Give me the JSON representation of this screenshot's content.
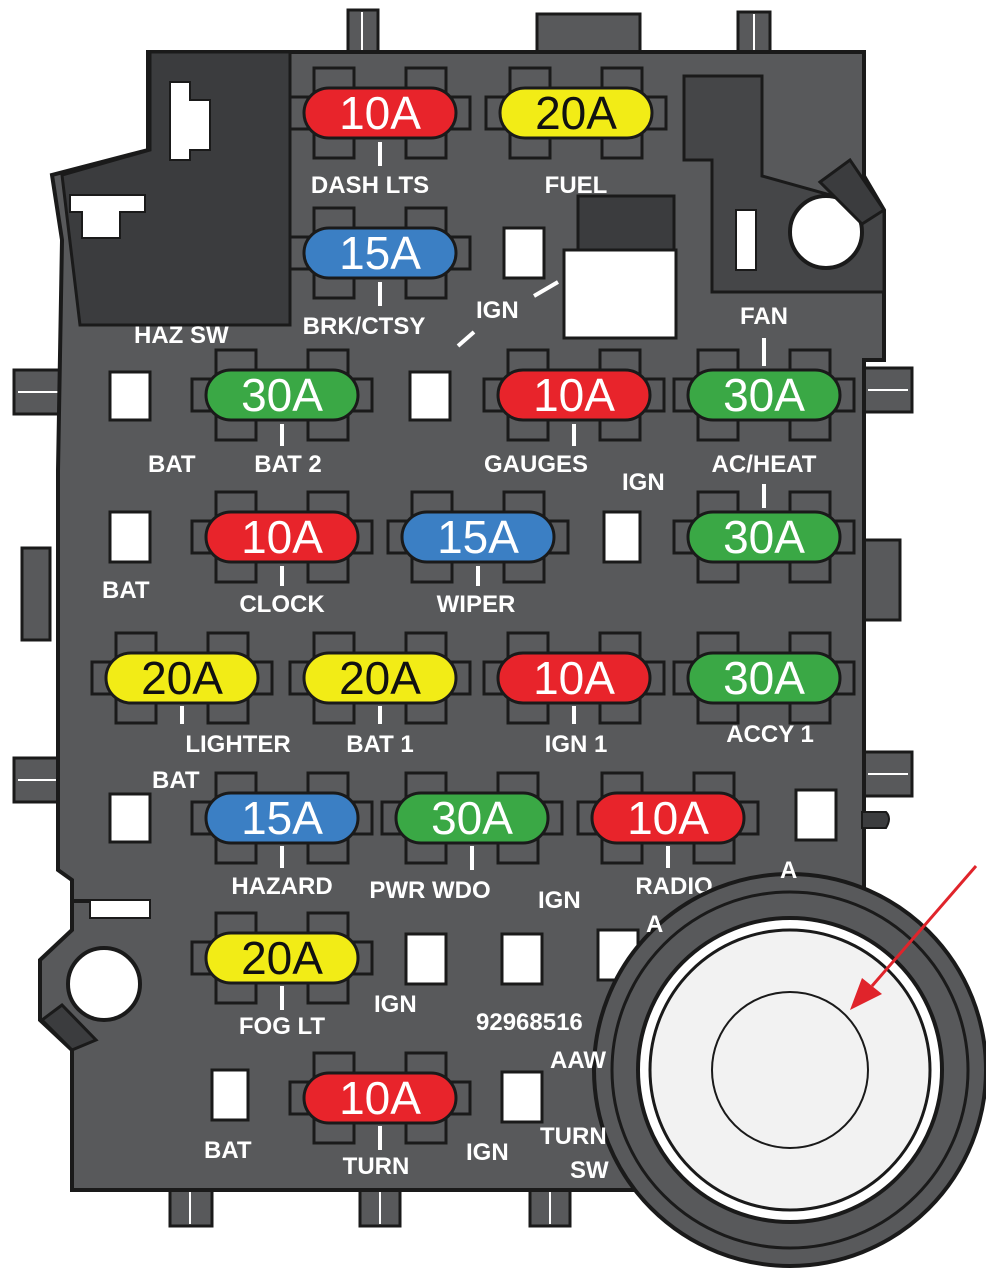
{
  "colors": {
    "housing": "#58595b",
    "housing_dark": "#3b3c3e",
    "outline": "#1a1a1a",
    "socket": "#5a5b5d",
    "slot": "#ffffff",
    "label": "#ffffff",
    "red": "#e8242b",
    "yellow": "#f2ec16",
    "blue": "#3b7fc4",
    "green": "#3aa845",
    "arrow": "#e0242b",
    "lamp_face": "#f2f2f2"
  },
  "fuses": [
    {
      "id": "dash-lts",
      "rating": "10A",
      "color": "red",
      "label": "DASH LTS"
    },
    {
      "id": "fuel",
      "rating": "20A",
      "color": "yellow",
      "label": "FUEL"
    },
    {
      "id": "brk-ctsy",
      "rating": "15A",
      "color": "blue",
      "label": "BRK/CTSY"
    },
    {
      "id": "bat-2",
      "rating": "30A",
      "color": "green",
      "label": "BAT 2"
    },
    {
      "id": "gauges",
      "rating": "10A",
      "color": "red",
      "label": "GAUGES"
    },
    {
      "id": "fan",
      "rating": "30A",
      "color": "green",
      "label": "FAN"
    },
    {
      "id": "clock",
      "rating": "10A",
      "color": "red",
      "label": "CLOCK"
    },
    {
      "id": "wiper",
      "rating": "15A",
      "color": "blue",
      "label": "WIPER"
    },
    {
      "id": "ac-heat",
      "rating": "30A",
      "color": "green",
      "label": "AC/HEAT"
    },
    {
      "id": "lighter",
      "rating": "20A",
      "color": "yellow",
      "label": "LIGHTER"
    },
    {
      "id": "bat-1",
      "rating": "20A",
      "color": "yellow",
      "label": "BAT 1"
    },
    {
      "id": "ign-1",
      "rating": "10A",
      "color": "red",
      "label": "IGN 1"
    },
    {
      "id": "accy-1",
      "rating": "30A",
      "color": "green",
      "label": "ACCY 1"
    },
    {
      "id": "hazard",
      "rating": "15A",
      "color": "blue",
      "label": "HAZARD"
    },
    {
      "id": "pwr-wdo",
      "rating": "30A",
      "color": "green",
      "label": "PWR WDO"
    },
    {
      "id": "radio",
      "rating": "10A",
      "color": "red",
      "label": "RADIO"
    },
    {
      "id": "fog-lt",
      "rating": "20A",
      "color": "yellow",
      "label": "FOG LT"
    },
    {
      "id": "turn",
      "rating": "10A",
      "color": "red",
      "label": "TURN"
    }
  ],
  "terminal_labels": {
    "haz_sw": "HAZ SW",
    "ign_top": "IGN",
    "bat_r1": "BAT",
    "ign_r2": "IGN",
    "bat_r2": "BAT",
    "bat_r3": "BAT",
    "a_right": "A",
    "ign_r4": "IGN",
    "a_mid": "A",
    "ign_r5": "IGN",
    "bat_bottom": "BAT",
    "ign_bottom": "IGN",
    "aaw": "AAW",
    "turn_sw_1": "TURN",
    "turn_sw_2": "SW"
  },
  "part_number": "92968516"
}
